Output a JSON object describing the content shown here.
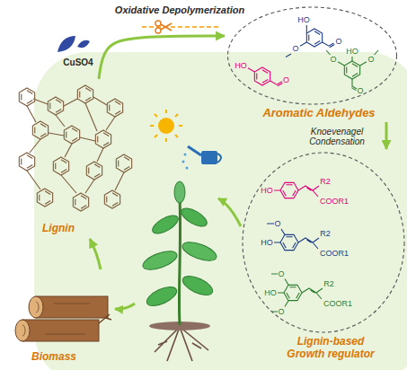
{
  "diagram": {
    "nodes": [
      {
        "text": [
          "Lignin"
        ]
      },
      {
        "text": [
          "Aromatic Aldehydes",
          "HO",
          "O",
          "O",
          "HO",
          "O",
          "HO",
          "O",
          "O",
          "O"
        ]
      },
      {
        "text": [
          "Lignin-based Growth regulator",
          "HO",
          "R2",
          "COOR1",
          "O",
          "HO",
          "R2",
          "COOR1",
          "O",
          "HO",
          "O",
          "R2",
          "COOR1"
        ]
      },
      {
        "text": [
          "Biomass"
        ]
      }
    ],
    "edges": [
      {
        "from": 3,
        "to": 0,
        "arrow": "to"
      },
      {
        "from": 0,
        "to": 1,
        "label": "Oxidative Depolymerization",
        "arrow": "to"
      },
      {
        "from": 1,
        "to": 2,
        "label": "Knoevenagel Condensation",
        "arrow": "to"
      }
    ],
    "labels": [
      "CuSO4"
    ]
  }
}
